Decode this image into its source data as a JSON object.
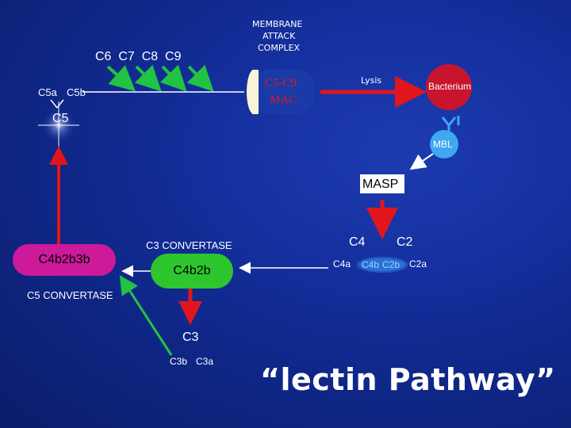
{
  "title": "“lectin Pathway”",
  "mac": {
    "header_line1": "MEMBRANE",
    "header_line2": "ATTACK",
    "header_line3": "COMPLEX",
    "label_line1": "C5-C9",
    "label_line2": "MAC"
  },
  "components": {
    "c6_c9": "C6  C7  C8  C9",
    "c5a": "C5a",
    "c5b": "C5b",
    "c5": "C5"
  },
  "lysis": "Lysis",
  "bacterium": "Bacterium",
  "mbl": "MBL",
  "masp": "MASP",
  "c4": "C4",
  "c2": "C2",
  "c4a": "C4a",
  "c4b": "C4b",
  "c2b": "C2b",
  "c2a": "C2a",
  "c3_convertase": "C3 CONVERTASE",
  "c4b2b": "C4b2b",
  "c4b2b3b": "C4b2b3b",
  "c5_convertase": "C5 CONVERTASE",
  "c3": "C3",
  "c3b": "C3b",
  "c3a": "C3a",
  "colors": {
    "background": "#1530a0",
    "red_arrow": "#e0161c",
    "green_arrow": "#22c244",
    "magenta": "#cc1a9a",
    "green_fill": "#2ec62e",
    "mbl_fill": "#3ea8f0",
    "bacterium_fill": "#c8142c"
  }
}
